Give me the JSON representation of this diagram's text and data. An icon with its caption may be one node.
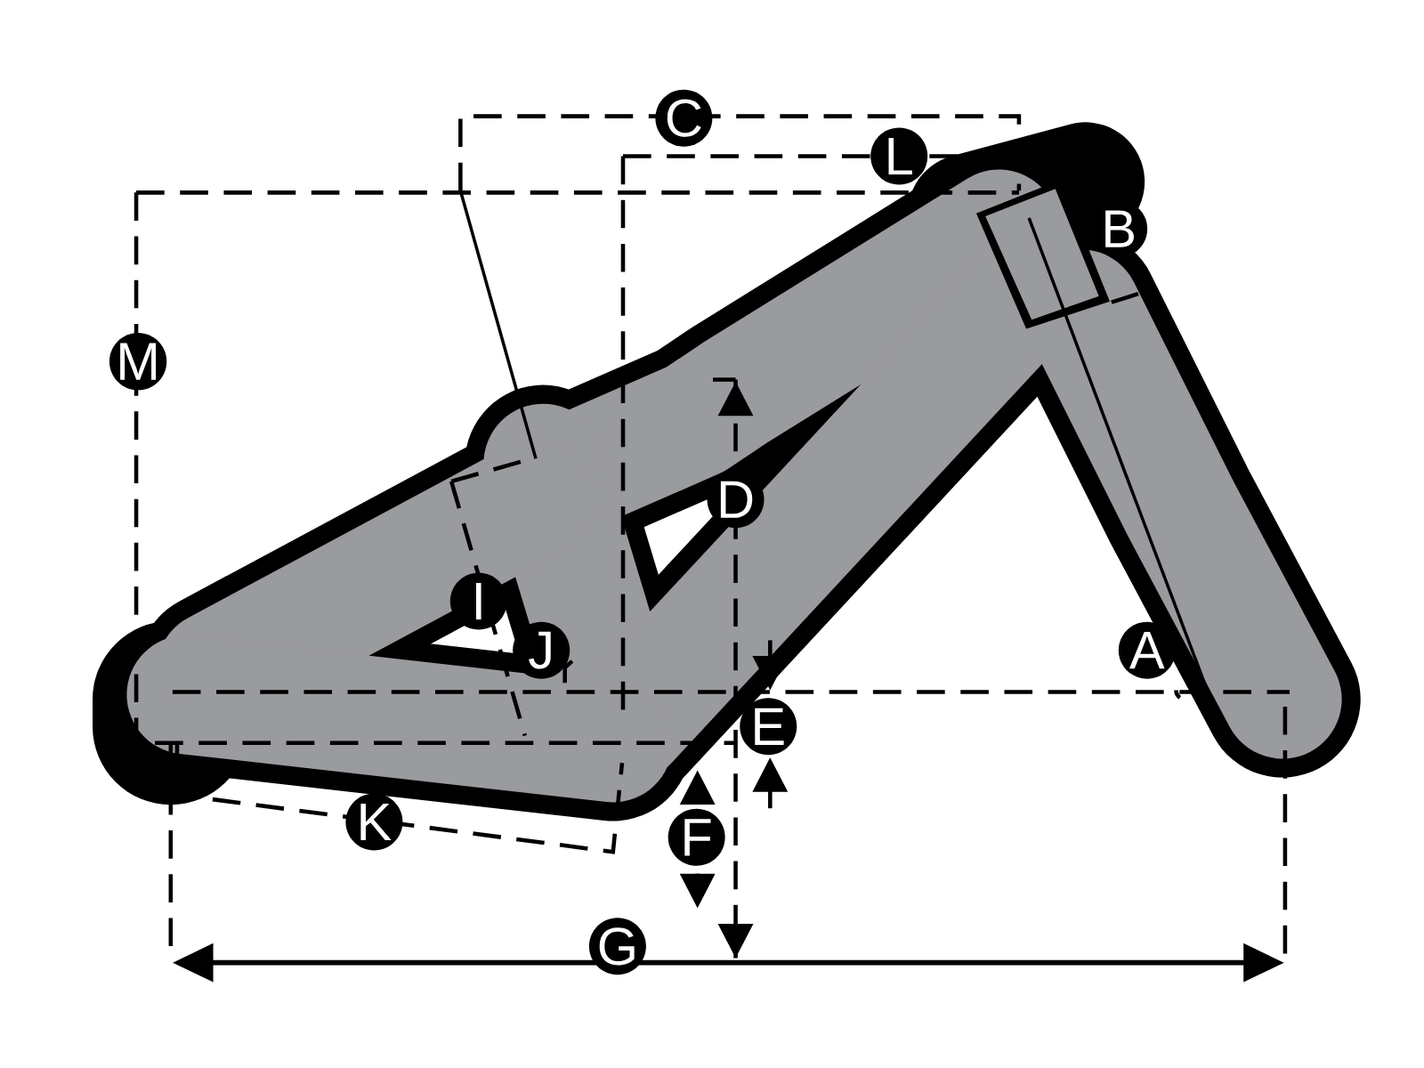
{
  "diagram": {
    "labels": [
      "C",
      "L",
      "B",
      "M",
      "D",
      "I",
      "J",
      "A",
      "E",
      "K",
      "F",
      "G"
    ]
  }
}
